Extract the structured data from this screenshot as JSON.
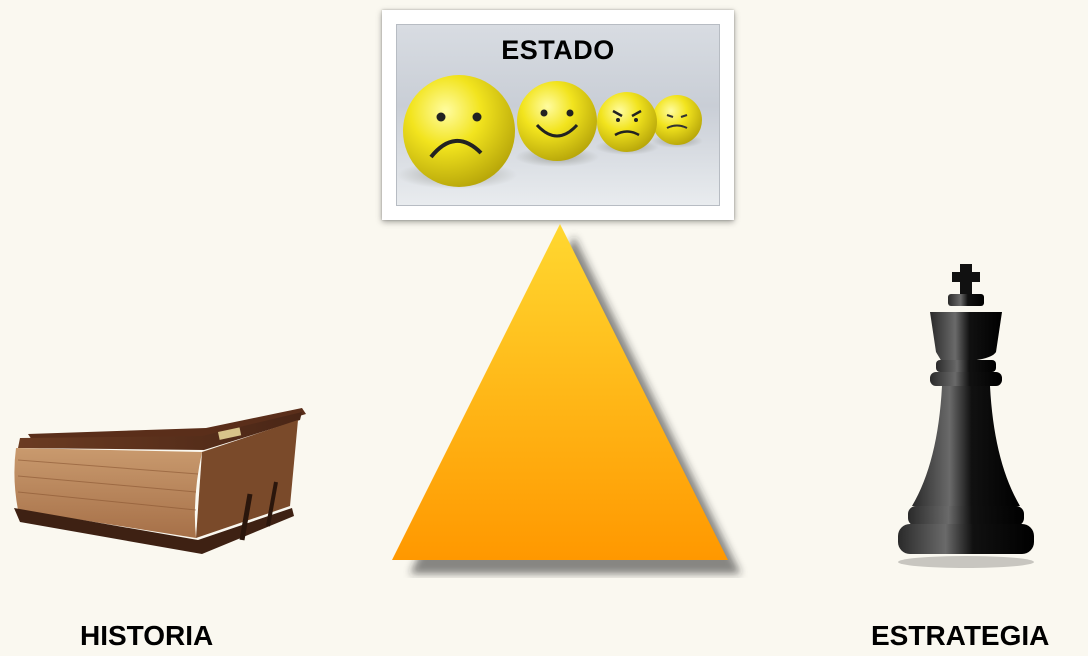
{
  "nodes": {
    "top": {
      "label": "ESTADO",
      "image": "emoji-balls-photo"
    },
    "left": {
      "label": "HISTORIA",
      "image": "old-book"
    },
    "right": {
      "label": "ESTRATEGIA",
      "image": "chess-king"
    }
  },
  "center_shape": {
    "type": "triangle",
    "color_top": "#ffd12a",
    "color_bottom": "#ff9a00"
  },
  "colors": {
    "background": "#faf8f0",
    "ball_yellow": "#f1e21c",
    "text": "#000000"
  }
}
